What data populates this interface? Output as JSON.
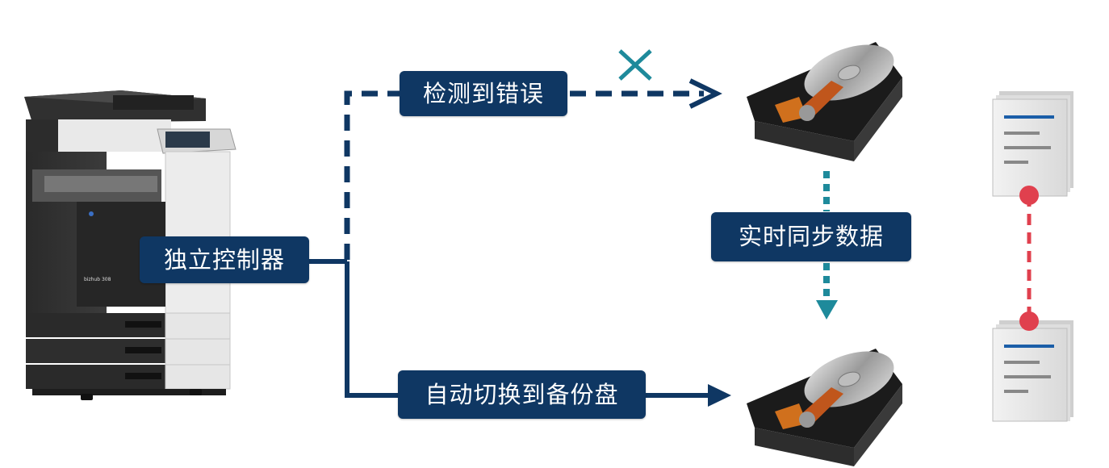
{
  "labels": {
    "controller": "独立控制器",
    "error_detected": "检测到错误",
    "realtime_sync": "实时同步数据",
    "auto_switch": "自动切换到备份盘"
  },
  "icons": {
    "printer": "multifunction-printer",
    "primary_disk": "hard-disk-drive",
    "backup_disk": "hard-disk-drive",
    "error_mark": "cross-mark",
    "document_top": "document-stack",
    "document_bottom": "document-stack"
  },
  "colors": {
    "label_bg": "#0f3763",
    "label_text": "#ffffff",
    "main_line": "#0f3763",
    "sync_line": "#1e8a9b",
    "error_mark": "#1e8a9b",
    "doc_link": "#e0404e"
  }
}
